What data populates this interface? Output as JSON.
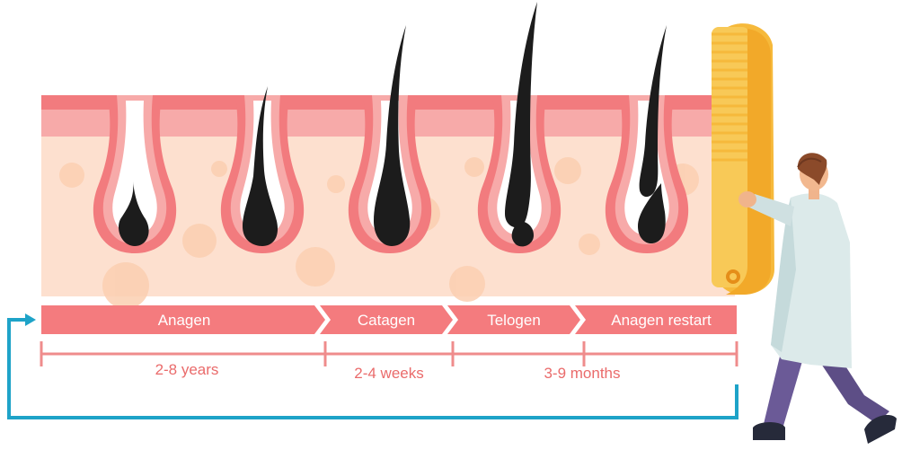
{
  "phases": [
    {
      "label": "Anagen"
    },
    {
      "label": "Catagen"
    },
    {
      "label": "Telogen"
    },
    {
      "label": "Anagen restart"
    }
  ],
  "durations": [
    {
      "label": "2-8 years"
    },
    {
      "label": "2-4 weeks"
    },
    {
      "label": "3-9 months"
    }
  ],
  "colors": {
    "phase_bar": "#f47b7e",
    "timeline": "#ef8c8c",
    "cycle_arrow": "#1ea3c8",
    "skin_top": "#f27b7e",
    "skin_layer": "#f7aaa9",
    "dermis": "#fde0cf",
    "hair": "#1c1c1c",
    "comb": "#f6b93b"
  },
  "icons": [
    "hair-follicle-icon",
    "comb-icon",
    "doctor-figure-icon",
    "cycle-arrow-icon"
  ]
}
